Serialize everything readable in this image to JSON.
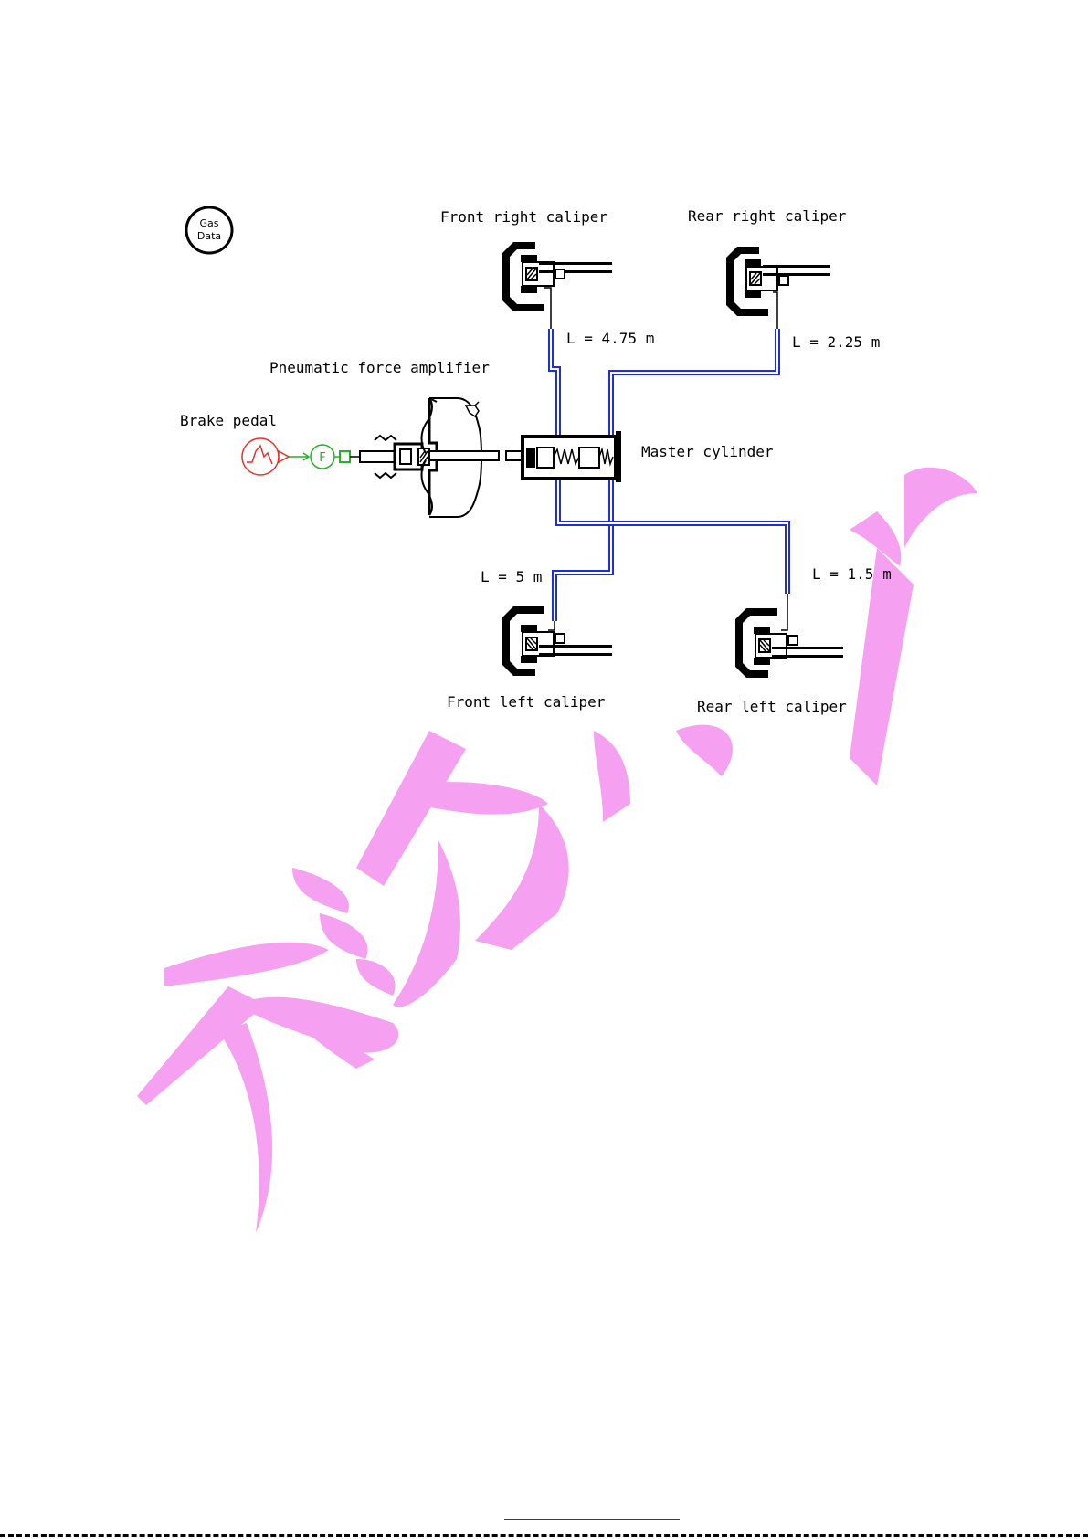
{
  "components": {
    "gas_data": {
      "line1": "Gas",
      "line2": "Data"
    },
    "brake_pedal": {
      "label": "Brake pedal",
      "force_symbol": "F"
    },
    "amplifier": {
      "label": "Pneumatic force amplifier"
    },
    "master_cylinder": {
      "label": "Master cylinder"
    },
    "calipers": {
      "front_right": "Front right caliper",
      "rear_right": "Rear right caliper",
      "front_left": "Front left caliper",
      "rear_left": "Rear left caliper"
    }
  },
  "pipes": {
    "front_right": "L = 4.75 m",
    "rear_right": "L = 2.25 m",
    "front_left": "L = 5 m",
    "rear_left": "L = 1.5 m"
  },
  "colors": {
    "pipe": "#1f2fd8",
    "pedal_source": "#e8312a",
    "force_sensor": "#22b422",
    "watermark": "#f5a0f0",
    "link": "#1f2fd8"
  }
}
